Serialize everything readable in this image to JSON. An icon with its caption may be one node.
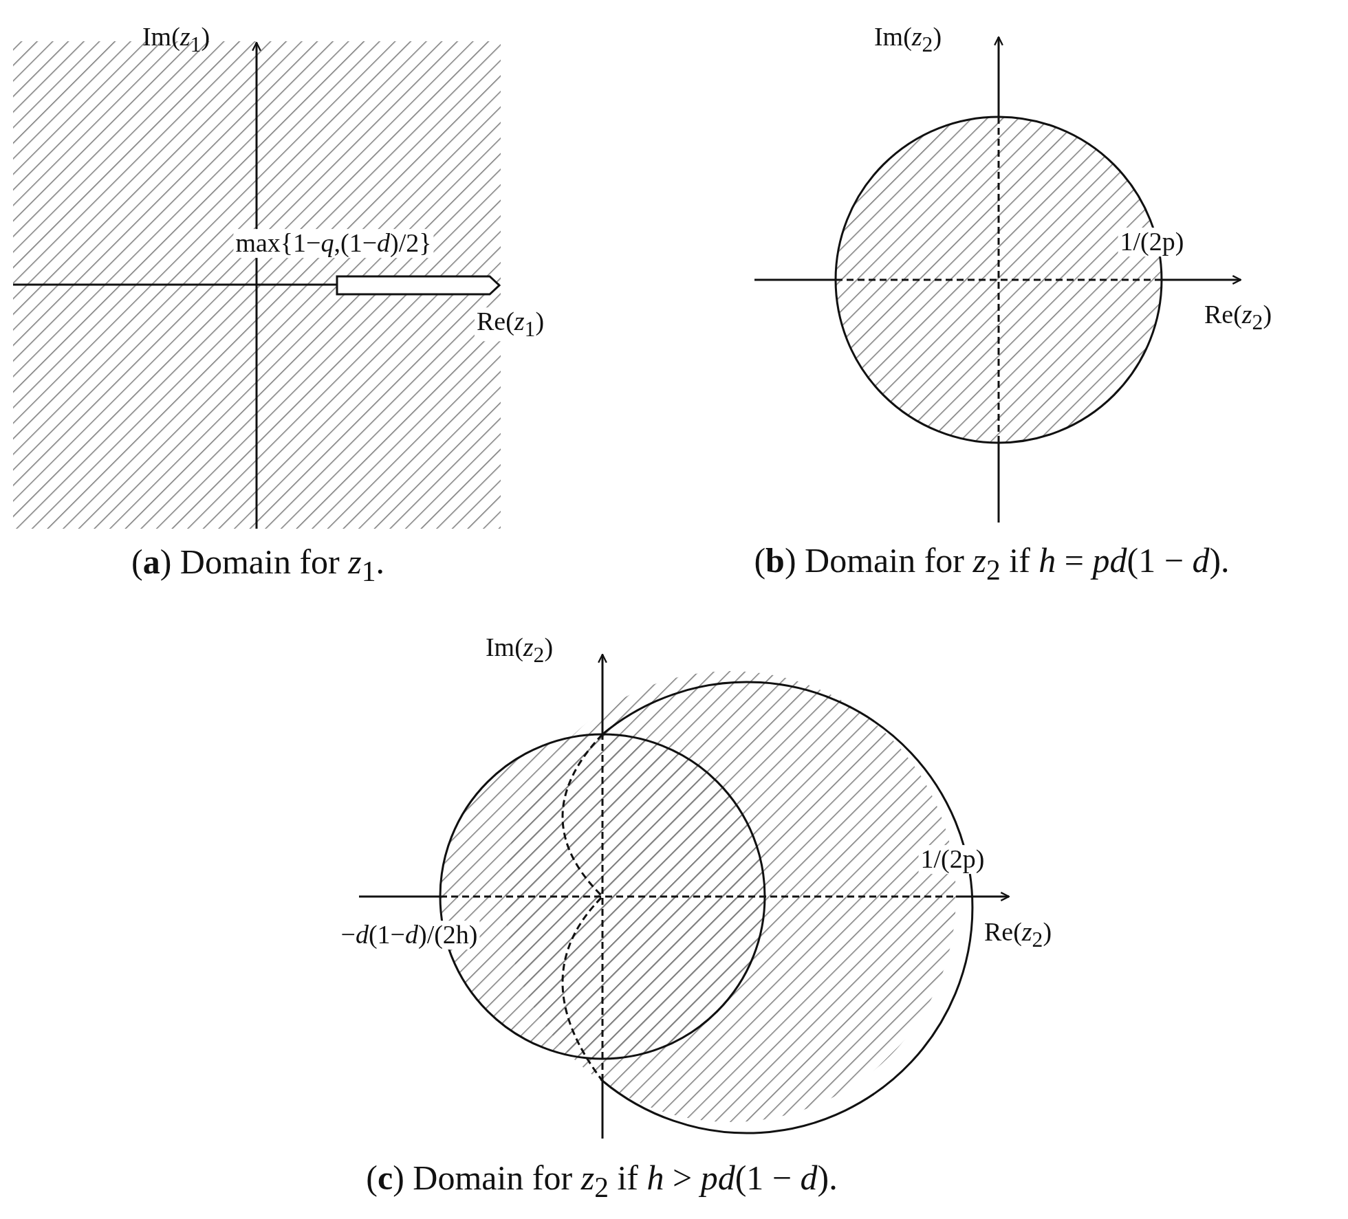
{
  "diagram": {
    "labels": [
      "Im(*z*$_{1}$)",
      "Im(*z*$_{2}$)",
      "max{1−*q*,(1−*d*)/2}",
      "1/(2p)",
      "Re(*z*$_{1}$)",
      "Re(*z*$_{2}$)",
      "(**a**) Domain for *z*$_{1}$.",
      "(**b**) Domain for *z*$_{2}$ if *h* = *pd*(1 − *d*).",
      "Im(*z*$_{2}$)",
      "1/(2p)",
      "−*d*(1−*d*)/(2h)",
      "Re(*z*$_{2}$)",
      "(**c**) Domain for *z*$_{2}$ if *h* > *pd*(1 − *d*)."
    ]
  }
}
